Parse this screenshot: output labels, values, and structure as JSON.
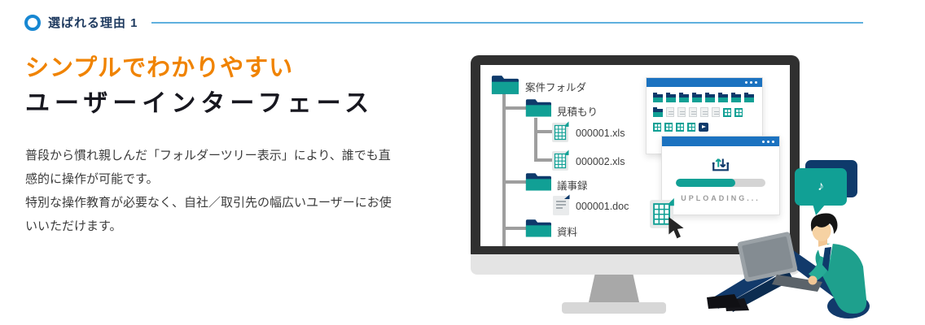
{
  "header": {
    "label": "選ばれる理由 1",
    "ring_color": "#1787d2",
    "line_color": "#5fb0de",
    "text_color": "#1e3a5f"
  },
  "left": {
    "heading_line1": "シンプルでわかりやすい",
    "heading_line2": "ユーザーインターフェース",
    "heading_accent_color": "#f08300",
    "heading_dark_color": "#17171f",
    "paragraph1": "普段から慣れ親しんだ「フォルダーツリー表示」により、誰でも直感的に操作が可能です。",
    "paragraph2": "特別な操作教育が必要なく、自社／取引先の幅広いユーザーにお使いいただけます。"
  },
  "illustration": {
    "colors": {
      "teal": "#11a095",
      "navy": "#0e3a6b",
      "window_blue": "#1b72c0",
      "tree_line": "#9e9e9e",
      "monitor_frame": "#303030"
    },
    "tree": {
      "root": {
        "label": "案件フォルダ"
      },
      "children": [
        {
          "label": "見積もり",
          "files": [
            {
              "label": "000001.xls"
            },
            {
              "label": "000002.xls"
            }
          ]
        },
        {
          "label": "議事録",
          "files": [
            {
              "label": "000001.doc"
            }
          ]
        },
        {
          "label": "資料",
          "files": []
        }
      ]
    },
    "icon_grid": {
      "rows": [
        [
          "folder",
          "folder",
          "folder",
          "folder",
          "folder",
          "folder",
          "folder",
          "folder"
        ],
        [
          "folder",
          "doc",
          "doc",
          "doc",
          "doc",
          "doc",
          "xls",
          "xls"
        ],
        [
          "xls",
          "xls",
          "xls",
          "xls",
          "play"
        ]
      ]
    },
    "upload_window": {
      "label": "UPLOADING...",
      "progress_percent": 66
    },
    "bubble": {
      "note": "♪"
    }
  }
}
